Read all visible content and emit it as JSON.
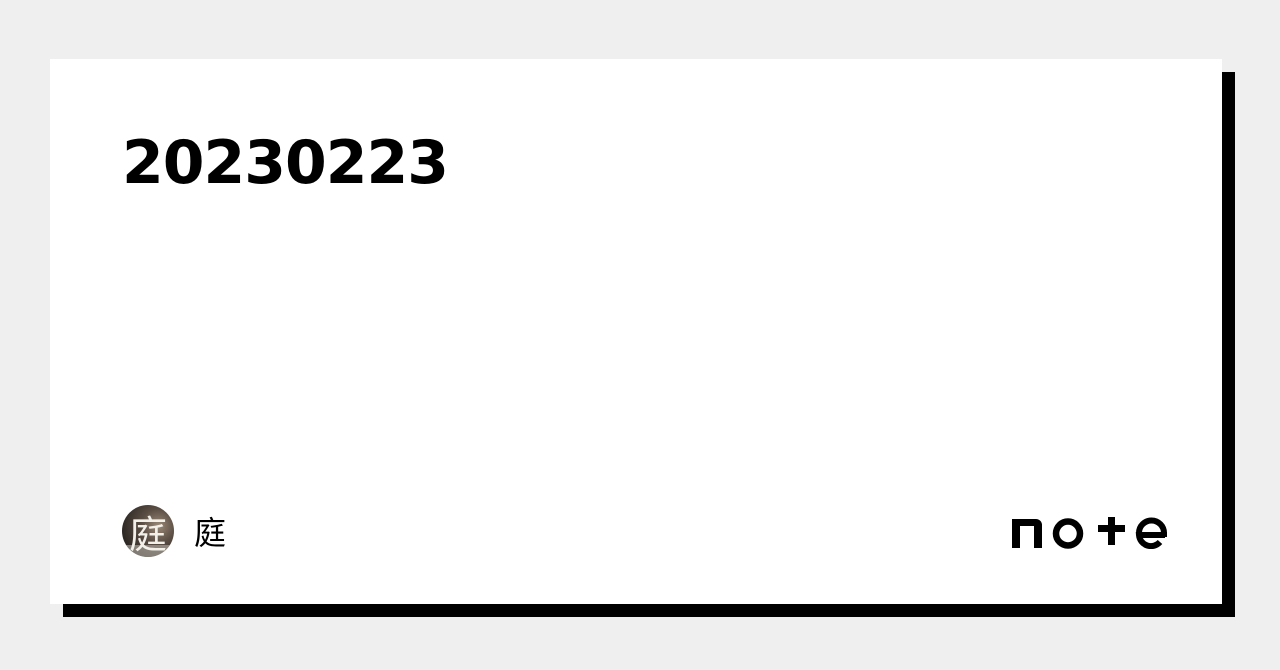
{
  "card": {
    "title": "20230223",
    "author": {
      "name": "庭",
      "avatar_glyph": "庭",
      "avatar_icon": "author-avatar-photo"
    },
    "brand": {
      "logo_text": "note",
      "logo_icon": "note-logo"
    }
  },
  "colors": {
    "background": "#efefef",
    "card": "#ffffff",
    "shadow": "#000000",
    "text": "#000000"
  }
}
